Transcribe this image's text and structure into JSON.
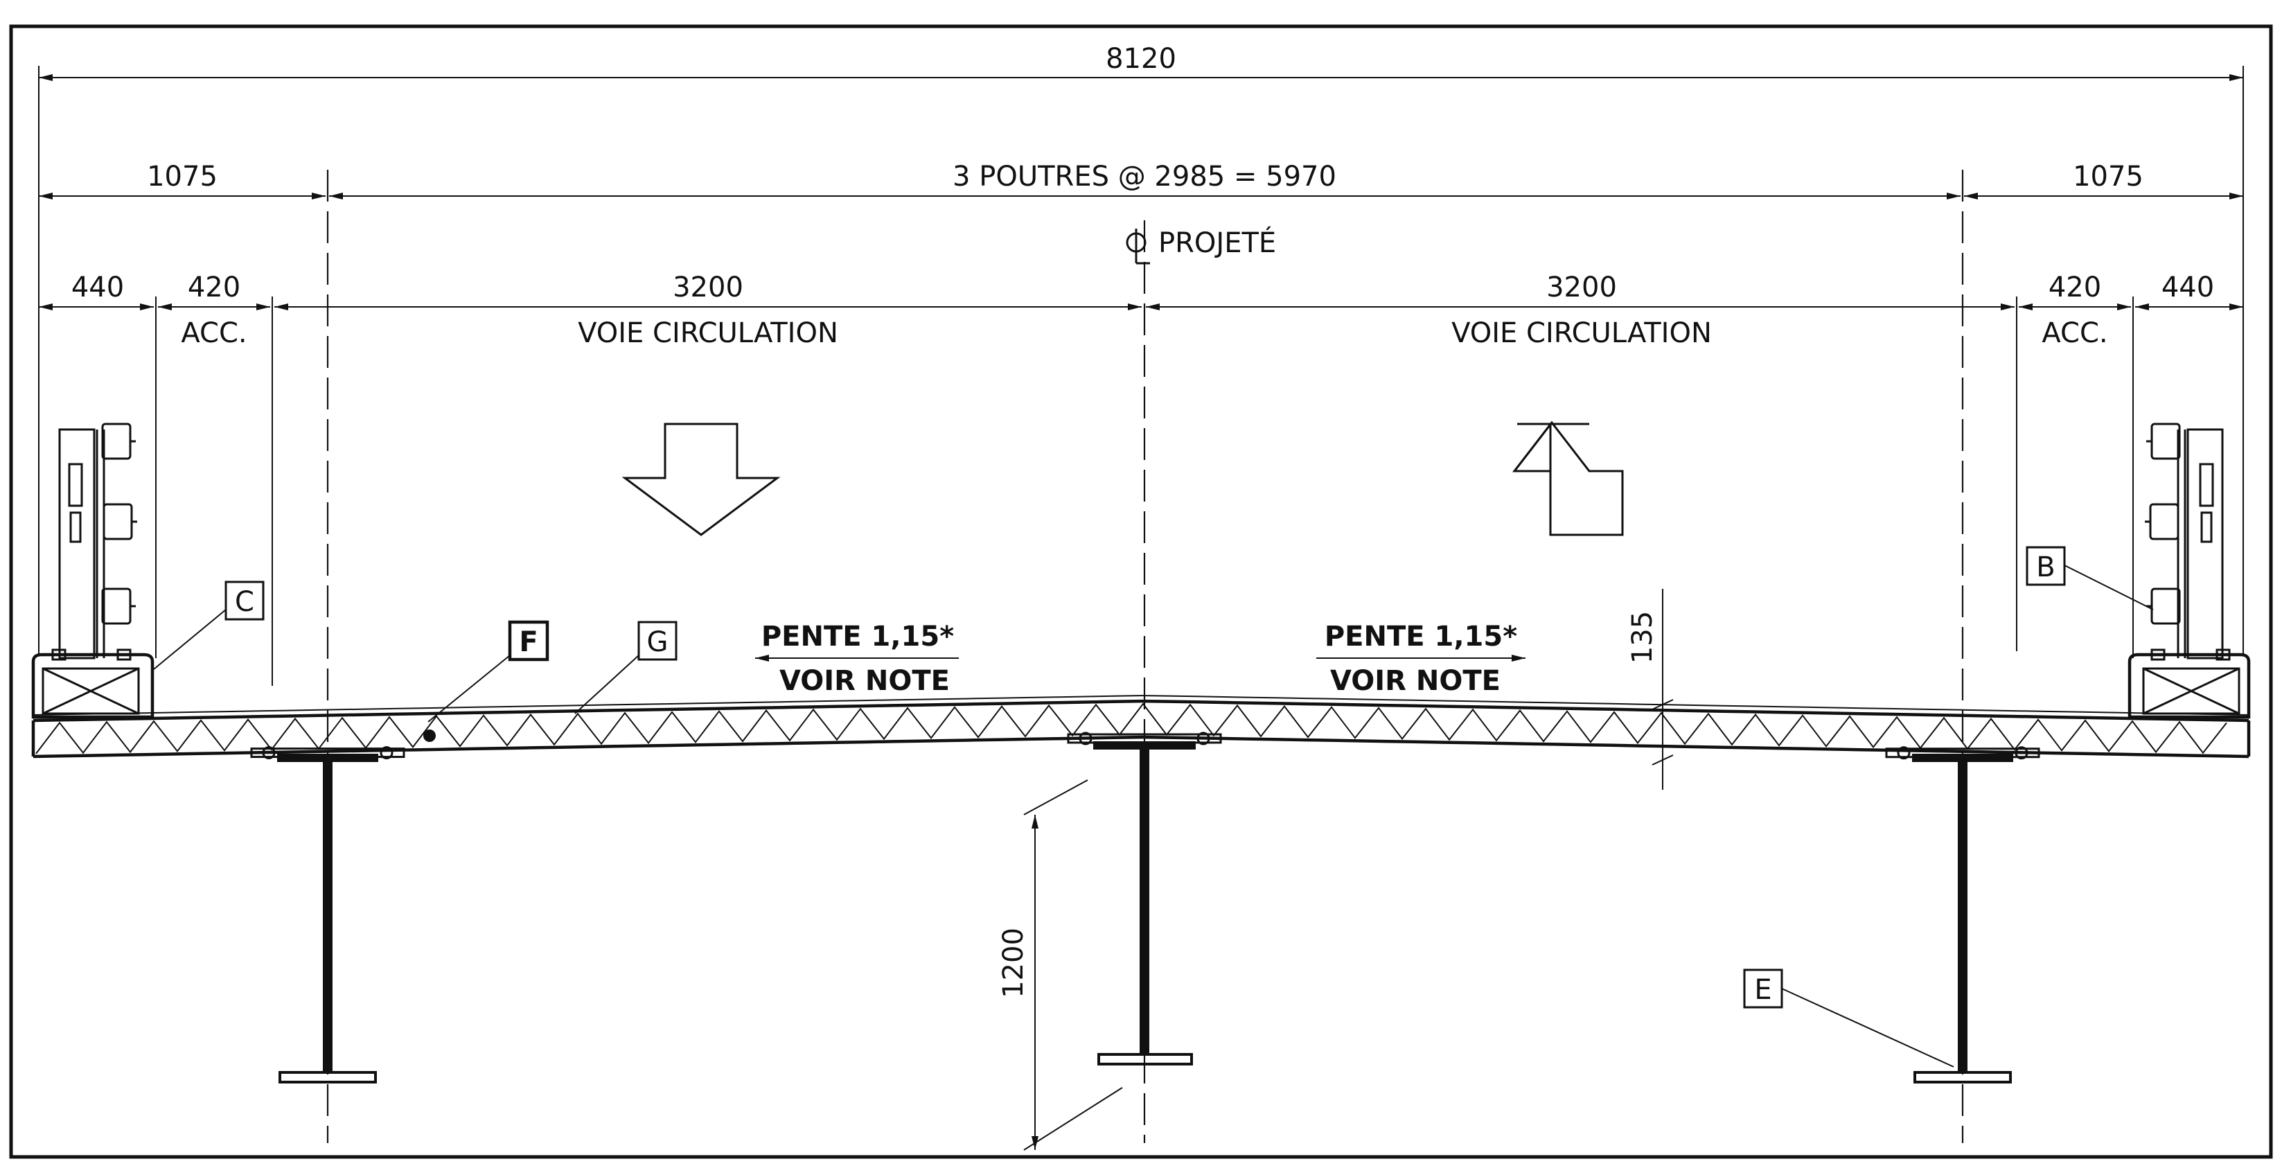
{
  "dimensions": {
    "overall": "8120",
    "left_overhang": "1075",
    "right_overhang": "1075",
    "girders": "3 POUTRES @ 2985 = 5970",
    "left_barrier": "440",
    "left_sidewalk": "420",
    "right_sidewalk": "420",
    "right_barrier": "440",
    "left_lane": "3200",
    "right_lane": "3200",
    "deck_thickness": "135",
    "girder_depth": "1200"
  },
  "labels": {
    "centerline": "PROJETÉ",
    "acc_left": "ACC.",
    "acc_right": "ACC.",
    "lane_left": "VOIE CIRCULATION",
    "lane_right": "VOIE CIRCULATION",
    "slope_left": "PENTE 1,15*",
    "slope_left_note": "VOIR NOTE",
    "slope_right": "PENTE 1,15*",
    "slope_right_note": "VOIR NOTE"
  },
  "tags": {
    "b": "B",
    "c": "C",
    "e": "E",
    "f": "F",
    "g": "G"
  },
  "icons": {
    "centerline": "centerline-symbol-icon",
    "arrow_down": "traffic-arrow-down-icon",
    "arrow_up": "traffic-arrow-up-icon"
  }
}
